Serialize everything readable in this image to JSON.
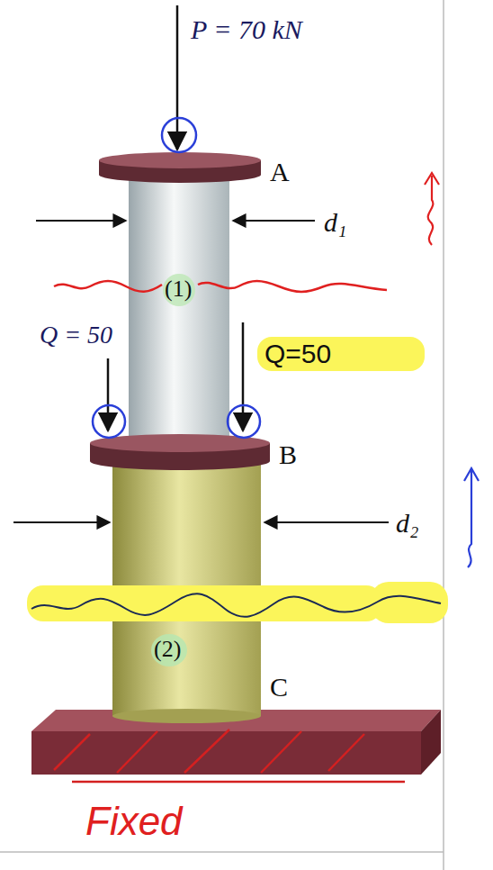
{
  "diagram": {
    "labels": [
      "P = 70 kN",
      "A",
      "d₁",
      "(1)",
      "Q = 50",
      "Q=50",
      "B",
      "d₂",
      "(2)",
      "C",
      "Fixed"
    ]
  }
}
